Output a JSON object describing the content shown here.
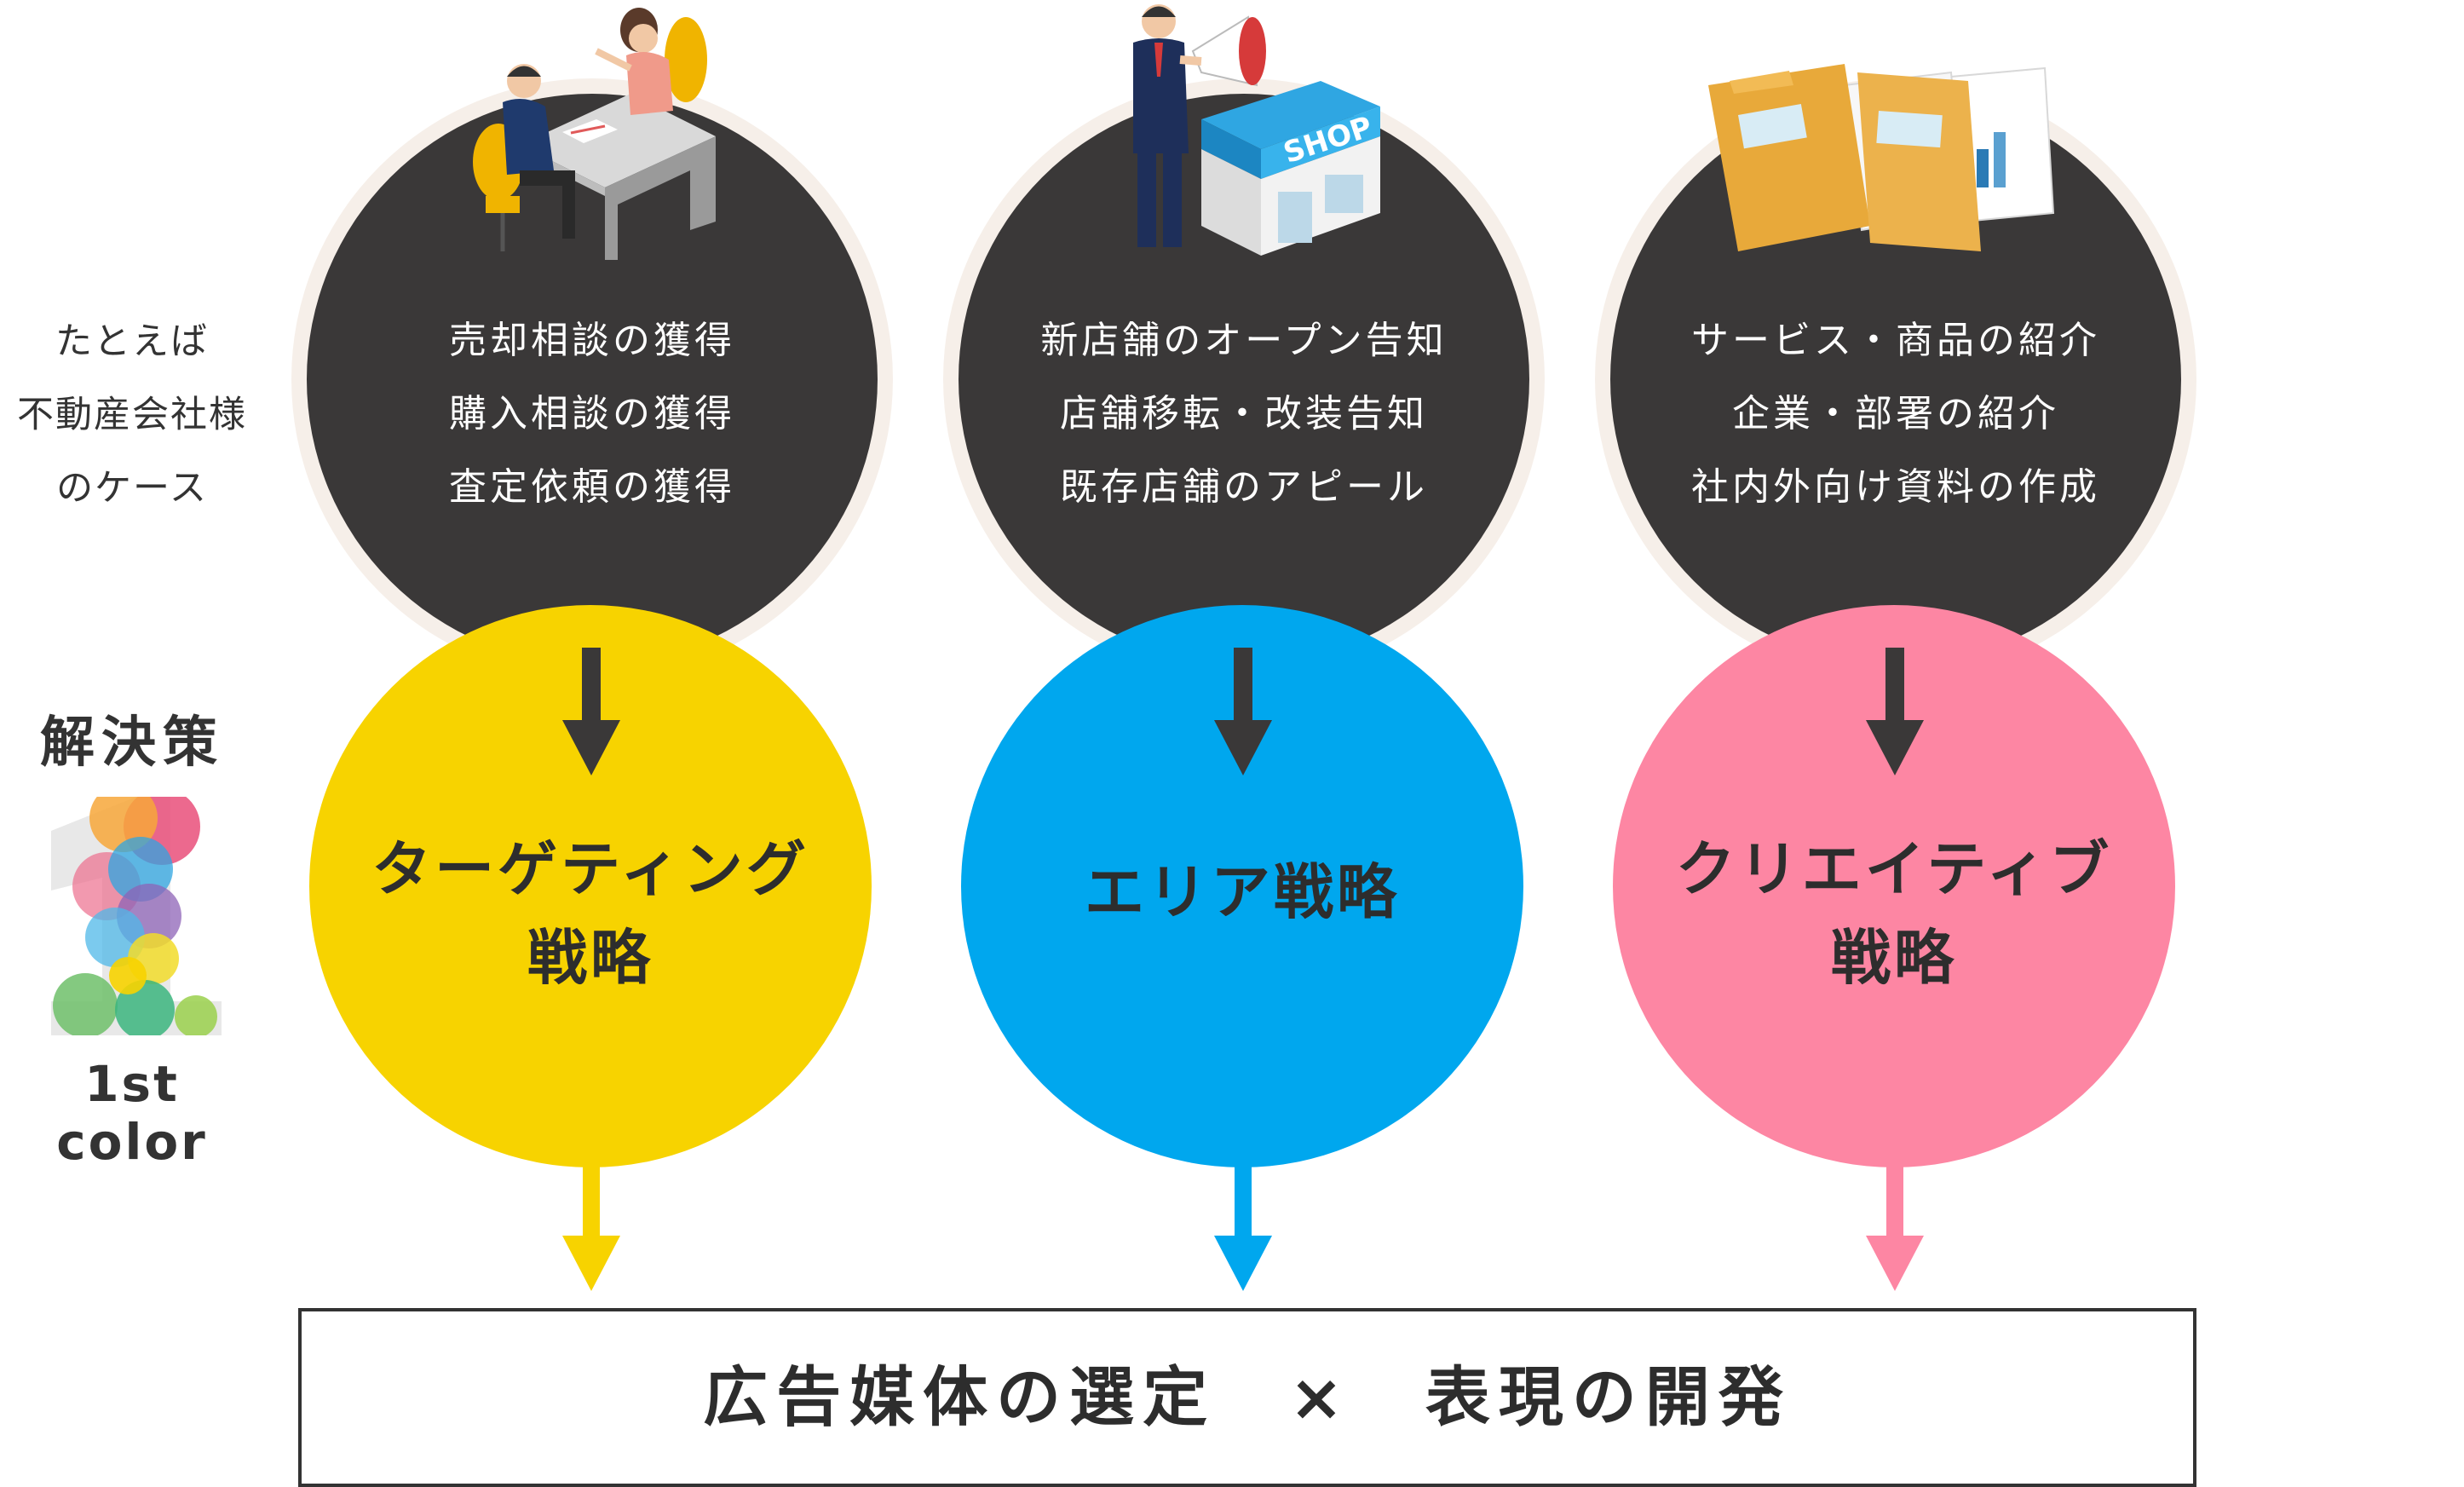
{
  "left": {
    "example_lines": [
      "たとえば",
      "不動産会社様",
      "のケース"
    ],
    "solution_title": "解決策",
    "logo_caption": "1st color"
  },
  "columns": [
    {
      "illustration": "consultation-desk-illustration",
      "lines": [
        "売却相談の獲得",
        "購入相談の獲得",
        "査定依頼の獲得"
      ],
      "strategy_lines": [
        "ターゲティング",
        "戦略"
      ],
      "color": "#f7d300"
    },
    {
      "illustration": "shop-megaphone-illustration",
      "shop_sign": "SHOP",
      "lines": [
        "新店舗のオープン告知",
        "店舗移転・改装告知",
        "既存店舗のアピール"
      ],
      "strategy_lines": [
        "エリア戦略"
      ],
      "color": "#00a7ee"
    },
    {
      "illustration": "documents-folders-illustration",
      "lines": [
        "サービス・商品の紹介",
        "企業・部署の紹介",
        "社内外向け資料の作成"
      ],
      "strategy_lines": [
        "クリエイティブ",
        "戦略"
      ],
      "color": "#fd86a3"
    }
  ],
  "result": {
    "text": "広告媒体の選定　×　表現の開発"
  },
  "colors": {
    "dark_circle": "#3a3838",
    "halo": "#f6efe9",
    "text_dark": "#2d2d2d"
  }
}
